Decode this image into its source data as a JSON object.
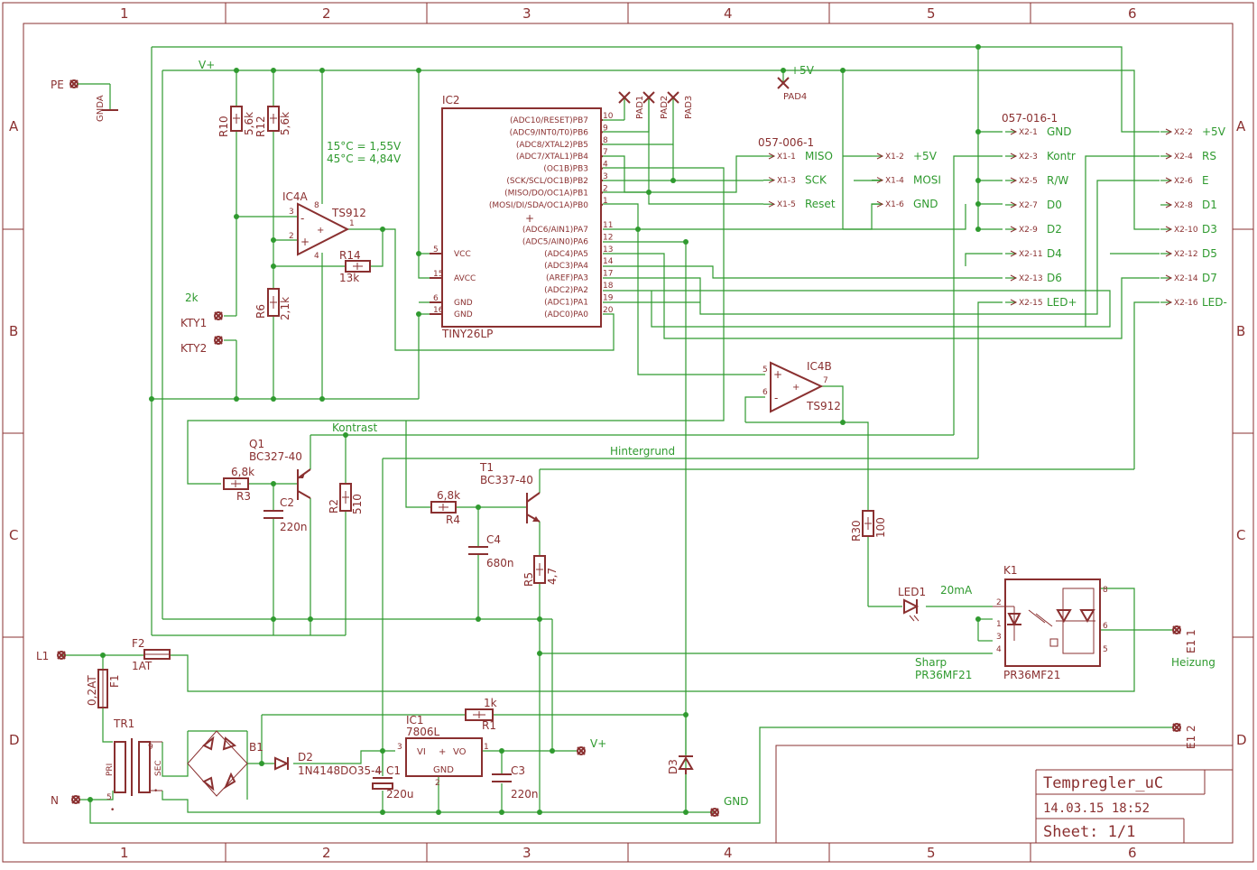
{
  "frame": {
    "columns": [
      "1",
      "2",
      "3",
      "4",
      "5",
      "6"
    ],
    "rows": [
      "A",
      "B",
      "C",
      "D"
    ]
  },
  "title_block": {
    "title": "Tempregler_uC",
    "date": "14.03.15 18:52",
    "sheet": "Sheet: 1/1"
  },
  "colors": {
    "symbol": "#8a3030",
    "wire": "#2f9a2f"
  },
  "labels": {
    "pe": "PE",
    "gnda": "GNDA",
    "vplus_top": "V+",
    "v5_pad": "+5V",
    "pad4": "PAD4",
    "r10": "R10",
    "r10v": "5,6k",
    "r12": "R12",
    "r12v": "5,6k",
    "note1": "15°C = 1,55V",
    "note2": "45°C = 4,84V",
    "ic4a": "IC4A",
    "ts912a": "TS912",
    "r14": "R14",
    "r14v": "13k",
    "r6": "R6",
    "r6v": "2,1k",
    "k2": "2k",
    "kty1": "KTY1",
    "kty2": "KTY2",
    "ic2": "IC2",
    "ic2name": "TINY26LP",
    "pad1": "PAD1",
    "pad2": "PAD2",
    "pad3": "PAD3",
    "x1": "057-006-1",
    "x2": "057-016-1",
    "ic4b": "IC4B",
    "ts912b": "TS912",
    "q1": "Q1",
    "q1v": "BC327-40",
    "kontrast": "Kontrast",
    "r3v": "6,8k",
    "r3": "R3",
    "c2": "C2",
    "c2v": "220n",
    "r2": "R2",
    "r2v": "510",
    "hintergrund": "Hintergrund",
    "t1": "T1",
    "t1v": "BC337-40",
    "r4v": "6,8k",
    "r4": "R4",
    "c4": "C4",
    "c4v": "680n",
    "r5": "R5",
    "r5v": "4,7",
    "r30": "R30",
    "r30v": "100",
    "led1": "LED1",
    "led_i": "20mA",
    "k1": "K1",
    "k1v": "PR36MF21",
    "sharp": "Sharp",
    "sharp_v": "PR36MF21",
    "e1_1": "E1 1",
    "heizung": "Heizung",
    "e1_2": "E1 2",
    "l1": "L1",
    "n": "N",
    "f2": "F2",
    "f2v": "1AT",
    "f1": "F1",
    "f1v": "0,2AT",
    "tr1": "TR1",
    "pri": "PRI",
    "sec": "SEC",
    "b1": "B1",
    "d2": "D2",
    "d2v": "1N4148DO35-4",
    "ic1": "IC1",
    "ic1v": "7806L",
    "vi": "VI",
    "vo": "VO",
    "gnd_pin": "GND",
    "c1": "C1",
    "c1v": "220u",
    "c3": "C3",
    "c3v": "220n",
    "r1": "R1",
    "r1v": "1k",
    "vplus_out": "V+",
    "d3": "D3",
    "gnd_out": "GND"
  },
  "ic2_pins_left": [
    {
      "num": "10",
      "name": "(ADC10/RESET)PB7"
    },
    {
      "num": "9",
      "name": "(ADC9/INT0/T0)PB6"
    },
    {
      "num": "8",
      "name": "(ADC8/XTAL2)PB5"
    },
    {
      "num": "7",
      "name": "(ADC7/XTAL1)PB4"
    },
    {
      "num": "4",
      "name": "(OC1B)PB3"
    },
    {
      "num": "3",
      "name": "(SCK/SCL/OC1B)PB2"
    },
    {
      "num": "2",
      "name": "(MISO/DO/OC1A)PB1"
    },
    {
      "num": "1",
      "name": "(MOSI/DI/SDA/OC1A)PB0"
    }
  ],
  "ic2_pins_port_a": [
    {
      "num": "11",
      "name": "(ADC6/AIN1)PA7"
    },
    {
      "num": "12",
      "name": "(ADC5/AIN0)PA6"
    },
    {
      "num": "13",
      "name": "(ADC4)PA5"
    },
    {
      "num": "14",
      "name": "(ADC3)PA4"
    },
    {
      "num": "17",
      "name": "(AREF)PA3"
    },
    {
      "num": "18",
      "name": "(ADC2)PA2"
    },
    {
      "num": "19",
      "name": "(ADC1)PA1"
    },
    {
      "num": "20",
      "name": "(ADC0)PA0"
    }
  ],
  "ic2_pins_power": [
    {
      "num": "5",
      "name": "VCC"
    },
    {
      "num": "15",
      "name": "AVCC"
    },
    {
      "num": "6",
      "name": "GND"
    },
    {
      "num": "16",
      "name": "GND"
    }
  ],
  "x1_pins_left": [
    {
      "pin": "X1-1",
      "net": "MISO"
    },
    {
      "pin": "X1-3",
      "net": "SCK"
    },
    {
      "pin": "X1-5",
      "net": "Reset"
    }
  ],
  "x1_pins_right": [
    {
      "pin": "X1-2",
      "net": "+5V"
    },
    {
      "pin": "X1-4",
      "net": "MOSI"
    },
    {
      "pin": "X1-6",
      "net": "GND"
    }
  ],
  "x2_pins_left": [
    {
      "pin": "X2-1",
      "net": "GND"
    },
    {
      "pin": "X2-3",
      "net": "Kontr"
    },
    {
      "pin": "X2-5",
      "net": "R/W"
    },
    {
      "pin": "X2-7",
      "net": "D0"
    },
    {
      "pin": "X2-9",
      "net": "D2"
    },
    {
      "pin": "X2-11",
      "net": "D4"
    },
    {
      "pin": "X2-13",
      "net": "D6"
    },
    {
      "pin": "X2-15",
      "net": "LED+"
    }
  ],
  "x2_pins_right": [
    {
      "pin": "X2-2",
      "net": "+5V"
    },
    {
      "pin": "X2-4",
      "net": "RS"
    },
    {
      "pin": "X2-6",
      "net": "E"
    },
    {
      "pin": "X2-8",
      "net": "D1"
    },
    {
      "pin": "X2-10",
      "net": "D3"
    },
    {
      "pin": "X2-12",
      "net": "D5"
    },
    {
      "pin": "X2-14",
      "net": "D7"
    },
    {
      "pin": "X2-16",
      "net": "LED-"
    }
  ]
}
